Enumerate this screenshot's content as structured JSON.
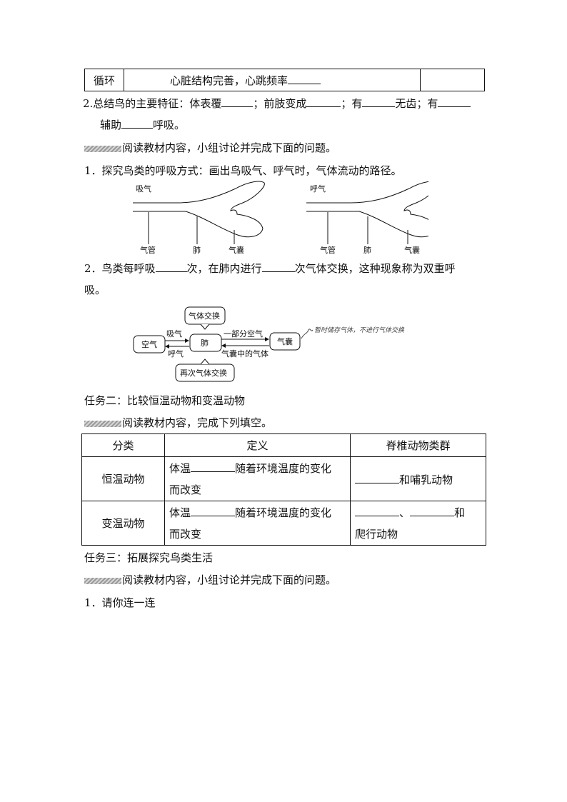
{
  "top_row": {
    "c1": "循环",
    "c2_text": "心脏结构完善，心跳频率"
  },
  "summary": {
    "l1_a": "2.总结鸟的主要特征：体表覆",
    "l1_b": "；前肢变成",
    "l1_c": "；有",
    "l1_d": "无齿；有",
    "l2_a": "辅助",
    "l2_b": "呼吸。"
  },
  "instr1": "阅读教材内容，小组讨论并完成下面的问题。",
  "q1": "1．探究鸟类的呼吸方式：画出鸟吸气、呼气时，气体流动的路径。",
  "lung_diagram": {
    "left_title": "吸气",
    "right_title": "呼气",
    "labels": {
      "trachea": "气管",
      "lung": "肺",
      "air_sac": "气囊"
    }
  },
  "q2": {
    "a": "2．鸟类每呼吸",
    "b": "次，在肺内进行",
    "c": "次气体交换，这种现象称为双重呼",
    "d": "吸。"
  },
  "flow": {
    "air": "空气",
    "lung": "肺",
    "air_sac": "气囊",
    "exchange_top": "气体交换",
    "exchange_bottom": "再次气体交换",
    "inhale": "吸气",
    "exhale": "呼气",
    "part_air": "一部分空气",
    "sac_gas": "气囊中的气体",
    "note": "暂时储存气体，不进行气体交换"
  },
  "task2": "任务二：比较恒温动物和变温动物",
  "instr2": "阅读教材内容，完成下列填空。",
  "table": {
    "headers": [
      "分类",
      "定义",
      "脊椎动物类群"
    ],
    "row1": {
      "cat": "恒温动物",
      "def_a": "体温",
      "def_b": "随着环境温度的变化",
      "def_c": "而改变",
      "grp": "和哺乳动物"
    },
    "row2": {
      "cat": "变温动物",
      "def_a": "体温",
      "def_b": "随着环境温度的变化",
      "def_c": "而改变",
      "grp_sep": "、",
      "grp_and": "和",
      "grp_l2": "爬行动物"
    }
  },
  "task3": "任务三：拓展探究鸟类生活",
  "instr3": "阅读教材内容，小组讨论并完成下面的问题。",
  "q3": "1．请你连一连"
}
